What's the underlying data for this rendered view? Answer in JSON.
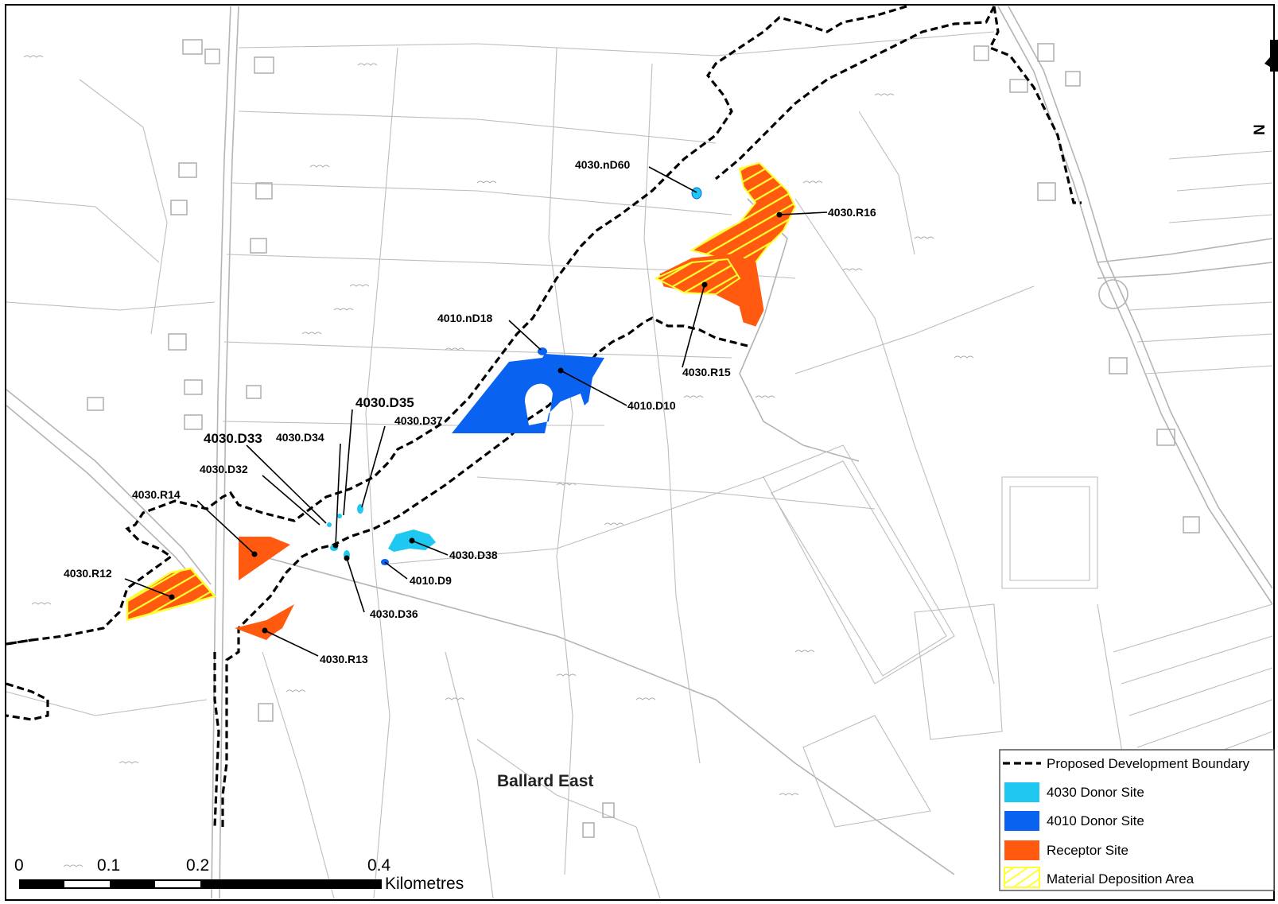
{
  "place_name": "Ballard East",
  "north_arrow": {
    "icon": "north-arrow-icon",
    "letter": "N"
  },
  "site_labels": {
    "r16": "4030.R16",
    "r15": "4030.R15",
    "r14": "4030.R14",
    "r13": "4030.R13",
    "r12": "4030.R12",
    "nd60": "4030.nD60",
    "nd18": "4010.nD18",
    "d10": "4010.D10",
    "d9": "4010.D9",
    "d32": "4030.D32",
    "d33": "4030.D33",
    "d34": "4030.D34",
    "d35": "4030.D35",
    "d36": "4030.D36",
    "d37": "4030.D37",
    "d38": "4030.D38"
  },
  "legend": {
    "items": [
      {
        "label": "Proposed Development Boundary",
        "symbol": "dashed-line"
      },
      {
        "label": "4030 Donor Site",
        "color": "#1ec8f0"
      },
      {
        "label": "4010 Donor Site",
        "color": "#0a62f0"
      },
      {
        "label": "Receptor Site",
        "color": "#ff5a0f"
      },
      {
        "label": "Material Deposition Area",
        "color": "#ffff33",
        "symbol": "hatch"
      }
    ]
  },
  "scale_bar": {
    "ticks": [
      "0",
      "0.1",
      "0.2",
      "0.4"
    ],
    "unit": "Kilometres"
  },
  "colors": {
    "donor_4030": "#1ec8f0",
    "donor_4010": "#0a62f0",
    "receptor": "#ff5a0f",
    "deposition_hatch": "#ffff33",
    "boundary": "#000000",
    "basemap_lines": "#b4b4b4"
  }
}
